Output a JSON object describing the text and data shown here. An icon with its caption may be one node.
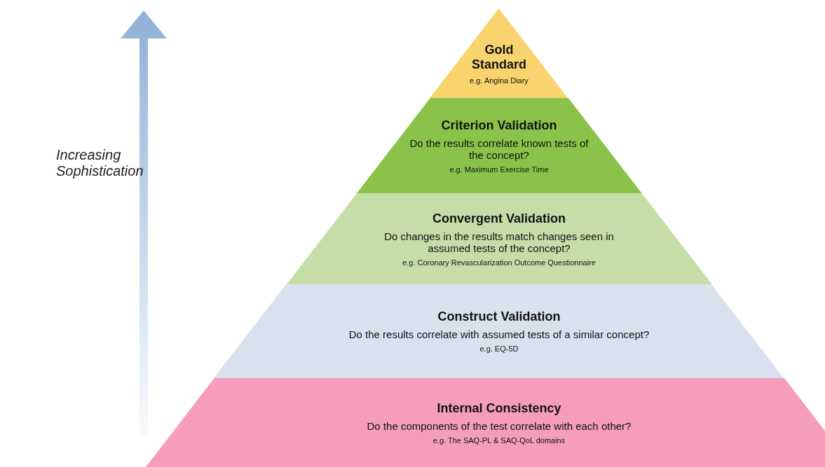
{
  "diagram": {
    "nodes": [
      {
        "text": [
          "Gold Standard",
          "e.g. Angina Diary"
        ]
      },
      {
        "text": [
          "Criterion Validation",
          "Do the results correlate known tests of the concept?",
          "e.g. Maximum Exercise Time"
        ]
      },
      {
        "text": [
          "Convergent Validation",
          "Do changes in the results match changes seen in assumed tests of the concept?",
          "e.g. Coronary Revascularization Outcome Questionnaire"
        ]
      },
      {
        "text": [
          "Construct Validation",
          "Do the results correlate with assumed tests of a similar concept?",
          "e.g. EQ-5D"
        ]
      },
      {
        "text": [
          "Internal Consistency",
          "Do the components of the test correlate with each other?",
          "e.g. The SAQ-PL & SAQ-QoL domains"
        ]
      }
    ],
    "edges": [],
    "labels": [
      "Increasing Sophistication"
    ]
  }
}
